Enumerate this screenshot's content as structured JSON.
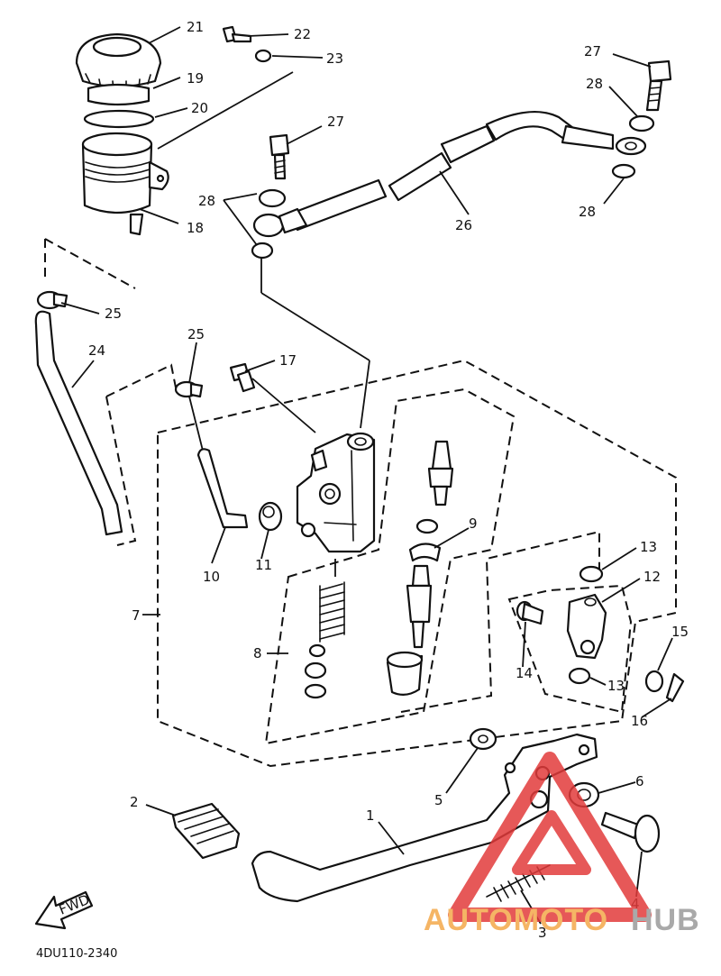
{
  "diagram": {
    "part_numbers": [
      "1",
      "2",
      "3",
      "4",
      "5",
      "6",
      "7",
      "8",
      "9",
      "10",
      "11",
      "12",
      "13",
      "14",
      "15",
      "16",
      "17",
      "18",
      "19",
      "20",
      "21",
      "22",
      "23",
      "24",
      "25",
      "26",
      "27",
      "28"
    ],
    "labels": {
      "p21": "21",
      "p22": "22",
      "p23": "23",
      "p19": "19",
      "p20": "20",
      "p18": "18",
      "p27a": "27",
      "p28a": "28",
      "p27b": "27",
      "p28b": "28",
      "p28c": "28",
      "p26": "26",
      "p25a": "25",
      "p25b": "25",
      "p24": "24",
      "p17": "17",
      "p7": "7",
      "p8": "8",
      "p9": "9",
      "p10": "10",
      "p11": "11",
      "p13a": "13",
      "p12": "12",
      "p15": "15",
      "p14": "14",
      "p13b": "13",
      "p16": "16",
      "p5": "5",
      "p6": "6",
      "p2": "2",
      "p1": "1",
      "p4": "4",
      "p3": "3"
    },
    "fwd_label": "FWD",
    "drawing_code": "4DU110-2340"
  },
  "watermark": {
    "part1": "AUTOMOTO",
    "part2": "HUB",
    "color_primary": "#f5b565",
    "color_secondary": "#a9a9a9",
    "triangle_color": "#e23b3b"
  }
}
